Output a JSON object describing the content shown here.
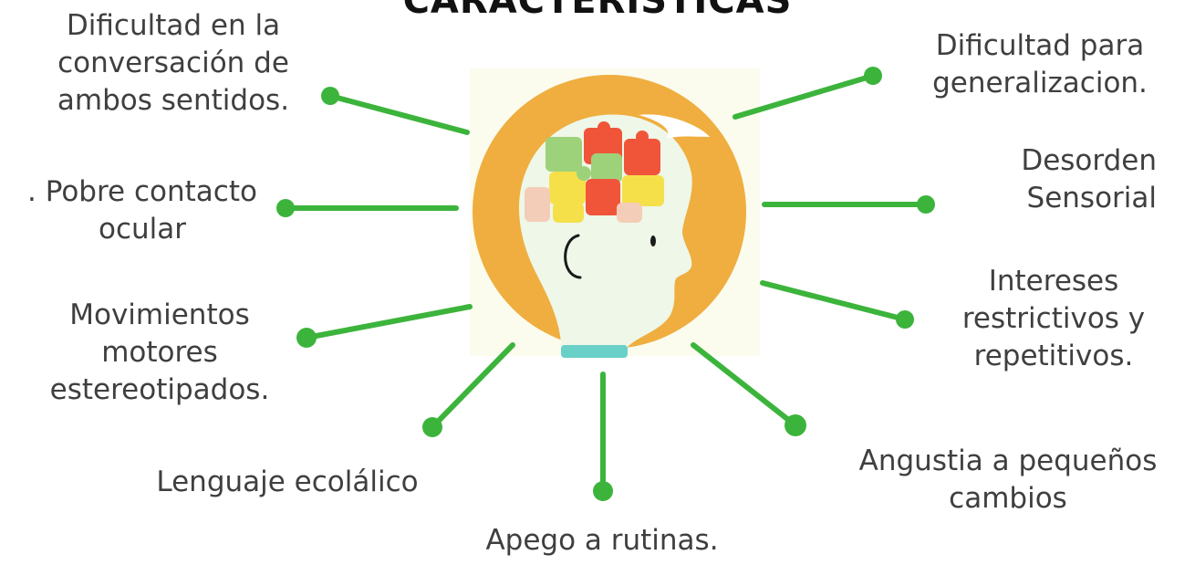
{
  "title": "CARACTERÍSTICAS",
  "colors": {
    "connector": "#3cb43c",
    "head_ring": "#efae3f",
    "puzzle_red": "#f0553a",
    "puzzle_yellow": "#f5e04a",
    "puzzle_green": "#9ed27a",
    "text": "#3f3f3f"
  },
  "characteristics": [
    {
      "id": "conversation",
      "text": "Dificultad en la\nconversación de\nambos sentidos."
    },
    {
      "id": "eye-contact",
      "text": ". Pobre contacto\nocular"
    },
    {
      "id": "movements",
      "text": "Movimientos\nmotores\nestereotipados."
    },
    {
      "id": "echolalia",
      "text": "Lenguaje ecolálico"
    },
    {
      "id": "routines",
      "text": "Apego a rutinas."
    },
    {
      "id": "changes",
      "text": "Angustia a pequeños\ncambios"
    },
    {
      "id": "interests",
      "text": "Intereses\nrestrictivos y\nrepetitivos."
    },
    {
      "id": "sensory",
      "text": "Desorden\nSensorial"
    },
    {
      "id": "generalization",
      "text": "Dificultad para\ngeneralizacion."
    }
  ]
}
